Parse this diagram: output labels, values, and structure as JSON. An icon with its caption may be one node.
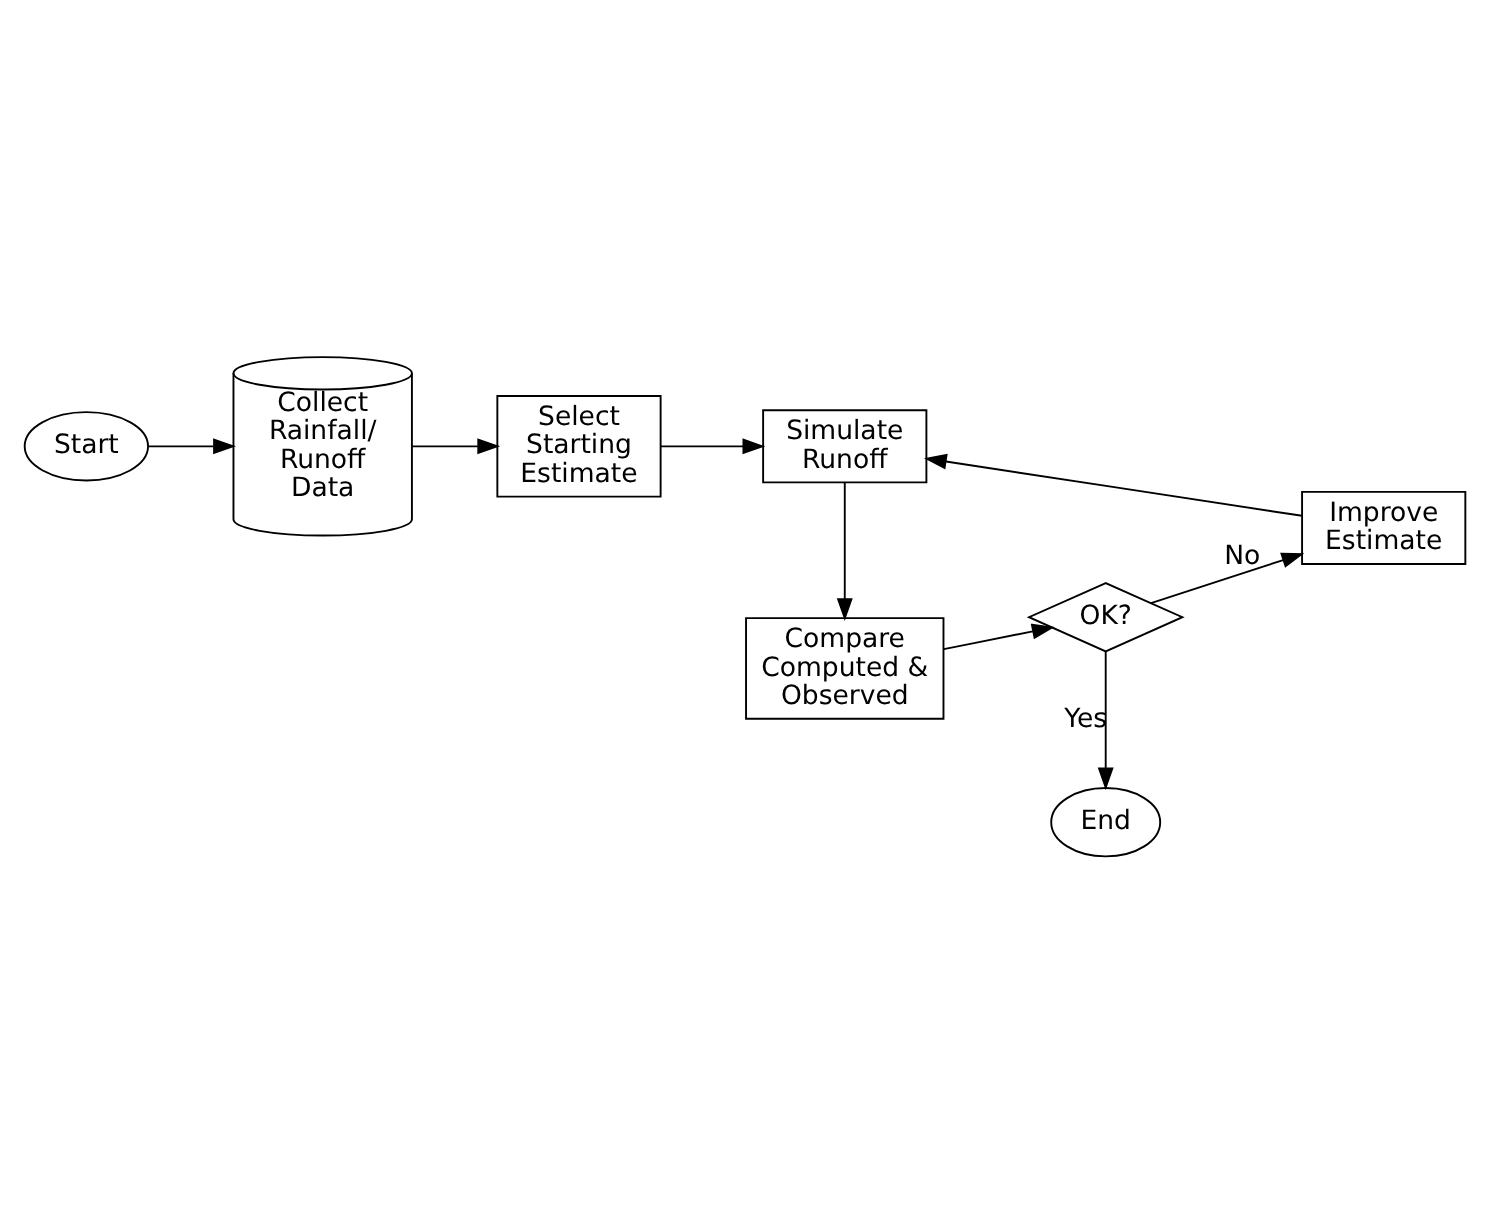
{
  "diagram": {
    "nodes": [
      {
        "text": [
          "Start"
        ]
      },
      {
        "text": [
          "Collect Rainfall/ Runoff Data"
        ]
      },
      {
        "text": [
          "Select Starting Estimate"
        ]
      },
      {
        "text": [
          "Simulate Runoff"
        ]
      },
      {
        "text": [
          "Compare Computed & Observed"
        ]
      },
      {
        "text": [
          "OK?"
        ]
      },
      {
        "text": [
          "Improve Estimate"
        ]
      },
      {
        "text": [
          "End"
        ]
      }
    ],
    "edges": [
      {
        "from": 0,
        "to": 1,
        "arrow": "to"
      },
      {
        "from": 1,
        "to": 2,
        "arrow": "to"
      },
      {
        "from": 2,
        "to": 3,
        "arrow": "to"
      },
      {
        "from": 3,
        "to": 4,
        "arrow": "to"
      },
      {
        "from": 4,
        "to": 5,
        "arrow": "to"
      },
      {
        "from": 5,
        "to": 6,
        "arrow": "to",
        "label": "No"
      },
      {
        "from": 6,
        "to": 3,
        "arrow": "to"
      },
      {
        "from": 5,
        "to": 7,
        "arrow": "to",
        "label": "Yes"
      }
    ]
  }
}
